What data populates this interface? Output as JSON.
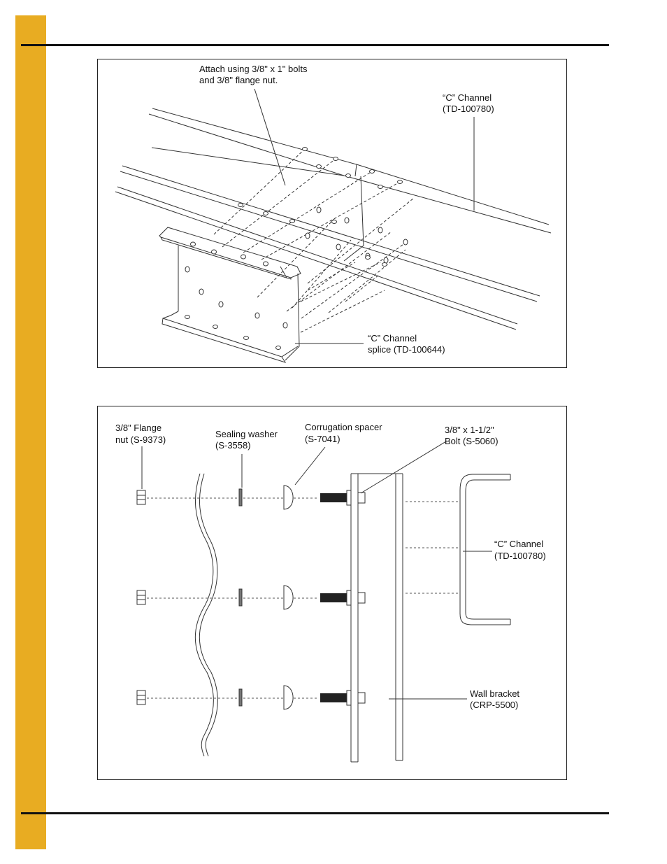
{
  "page": {
    "side_bar_color": "#e8ac22",
    "rule_color": "#111111"
  },
  "figure_1": {
    "callouts": {
      "bolts_1": "Attach using 3/8\" x 1\" bolts",
      "bolts_2": "and 3/8\" flange nut.",
      "c_channel_1": "“C” Channel",
      "c_channel_2": "(TD-100780)",
      "splice_1": "“C” Channel",
      "splice_2": "splice (TD-100644)"
    }
  },
  "figure_2": {
    "callouts": {
      "flange_nut_1": "3/8\" Flange",
      "flange_nut_2": "nut (S-9373)",
      "washer_1": "Sealing washer",
      "washer_2": "(S-3558)",
      "spacer_1": "Corrugation spacer",
      "spacer_2": "(S-7041)",
      "bolt_1": "3/8\" x 1-1/2\"",
      "bolt_2": "Bolt (S-5060)",
      "c_channel_1": "“C” Channel",
      "c_channel_2": "(TD-100780)",
      "bracket_1": "Wall bracket",
      "bracket_2": "(CRP-5500)"
    }
  }
}
